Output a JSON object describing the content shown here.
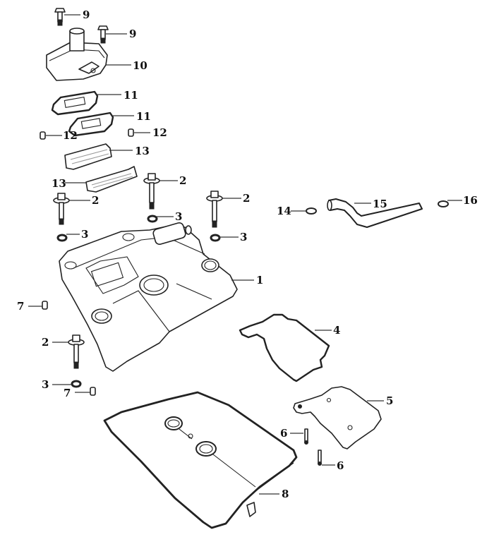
{
  "diagram": {
    "type": "exploded-parts-diagram",
    "subject": "cylinder head cover assembly",
    "callouts": [
      {
        "label": "1",
        "part": "cylinder-head-cover"
      },
      {
        "label": "2",
        "part": "bolt"
      },
      {
        "label": "2",
        "part": "bolt"
      },
      {
        "label": "2",
        "part": "bolt"
      },
      {
        "label": "2",
        "part": "bolt"
      },
      {
        "label": "3",
        "part": "washer"
      },
      {
        "label": "3",
        "part": "washer"
      },
      {
        "label": "3",
        "part": "washer"
      },
      {
        "label": "3",
        "part": "washer"
      },
      {
        "label": "4",
        "part": "gasket"
      },
      {
        "label": "5",
        "part": "plate"
      },
      {
        "label": "6",
        "part": "screw"
      },
      {
        "label": "6",
        "part": "screw"
      },
      {
        "label": "7",
        "part": "dowel"
      },
      {
        "label": "7",
        "part": "dowel"
      },
      {
        "label": "8",
        "part": "cover-gasket"
      },
      {
        "label": "9",
        "part": "bolt"
      },
      {
        "label": "9",
        "part": "bolt"
      },
      {
        "label": "10",
        "part": "breather-cover"
      },
      {
        "label": "11",
        "part": "gasket"
      },
      {
        "label": "11",
        "part": "gasket"
      },
      {
        "label": "12",
        "part": "dowel"
      },
      {
        "label": "12",
        "part": "dowel"
      },
      {
        "label": "13",
        "part": "baffle-plate"
      },
      {
        "label": "13",
        "part": "baffle-plate"
      },
      {
        "label": "14",
        "part": "hose-clamp"
      },
      {
        "label": "15",
        "part": "breather-hose"
      },
      {
        "label": "16",
        "part": "hose-clamp"
      }
    ]
  }
}
